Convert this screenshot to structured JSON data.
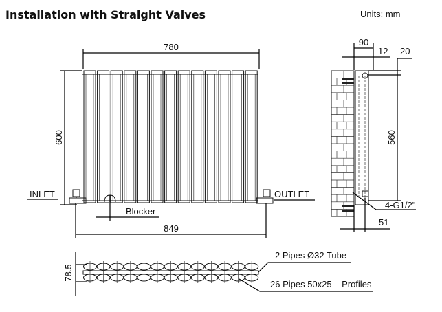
{
  "title": "Installation with Straight Valves",
  "units": "Units: mm",
  "front_view": {
    "width_label": "780",
    "height_label": "600",
    "inlet_label": "INLET",
    "outlet_label": "OUTLET",
    "blocker_label": "Blocker",
    "overall_width_label": "849"
  },
  "side_view": {
    "depth_label": "90",
    "gap_label": "12",
    "offset_label": "20",
    "centers_label": "560",
    "thread_label": "4-G1/2\"",
    "valve_offset_label": "51"
  },
  "top_view": {
    "depth_label": "78.5",
    "tube_label": "2 Pipes Ø32  Tube",
    "profile_label": "26 Pipes 50x25    Profiles"
  }
}
